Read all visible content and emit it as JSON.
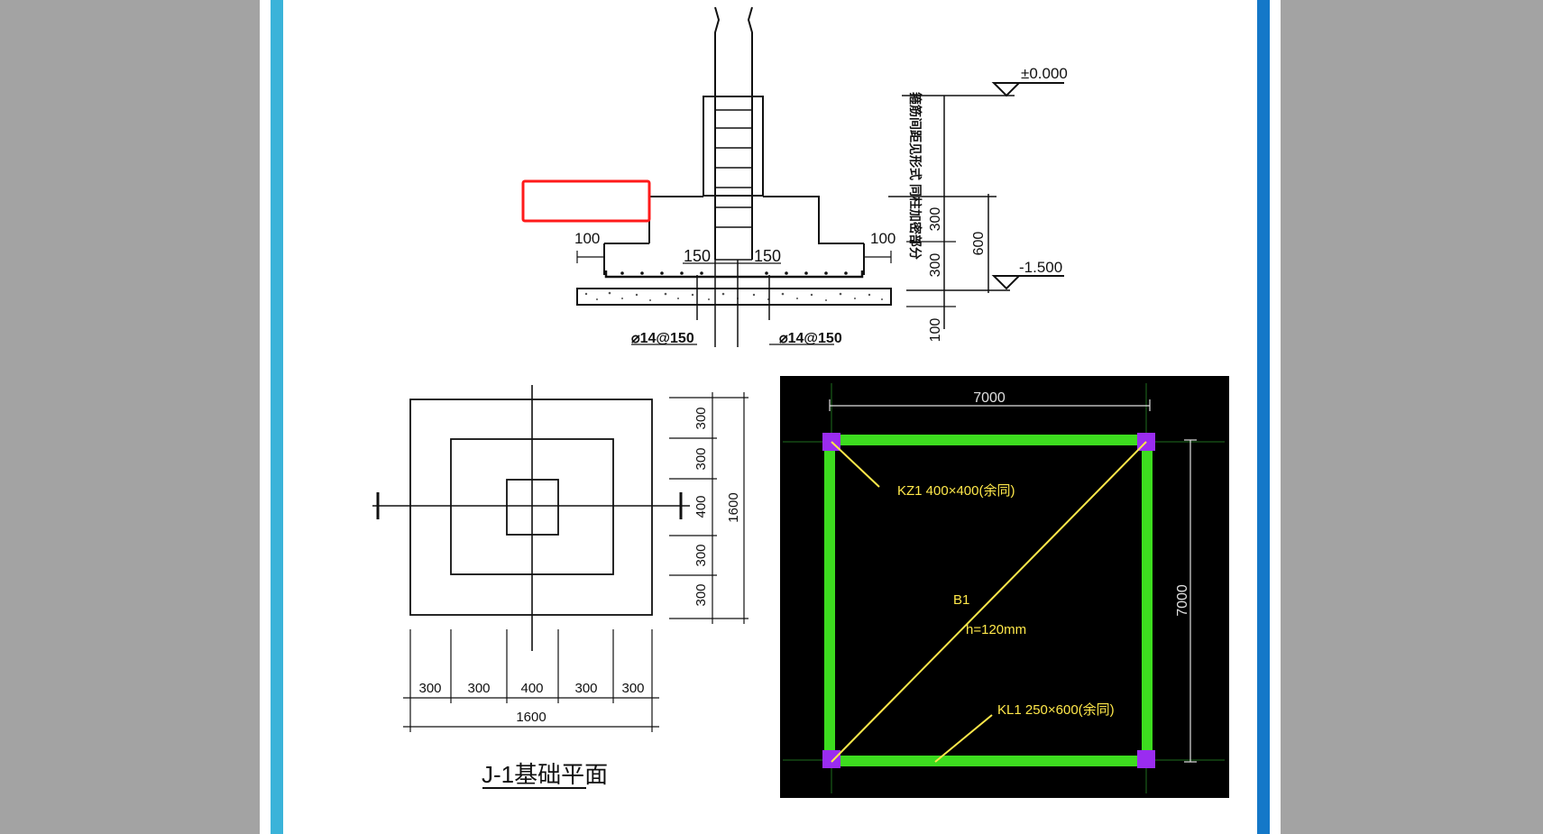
{
  "section": {
    "top_label": "±0.000",
    "bottom_label": "-1.500",
    "vertical_note": "箍筋间距见形式 同柱加密部分",
    "dim_300_a": "300",
    "dim_300_b": "300",
    "dim_100": "100",
    "dim_600": "600",
    "left_100": "100",
    "right_100": "100",
    "left_150": "150",
    "right_150": "150",
    "rebar_left": "⌀14@150",
    "rebar_right": "⌀14@150"
  },
  "plan": {
    "title": "J-1基础平面",
    "right_dims": [
      "300",
      "300",
      "400",
      "300",
      "300"
    ],
    "right_total": "1600",
    "bottom_dims": [
      "300",
      "300",
      "400",
      "300",
      "300"
    ],
    "bottom_total": "1600"
  },
  "frame": {
    "top_dim": "7000",
    "right_dim": "7000",
    "column_label": "KZ1  400×400(余同)",
    "slab_label": "B1",
    "slab_thickness": "h=120mm",
    "beam_label": "KL1  250×600(余同)",
    "colors": {
      "background": "#000000",
      "beam": "#3ddc1f",
      "column": "#9a2cf0",
      "text": "#ffe84a",
      "dim": "#e0e0e0"
    }
  },
  "highlight": {
    "color": "#ff1a1a"
  }
}
